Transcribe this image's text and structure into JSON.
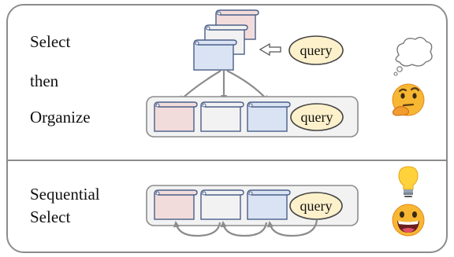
{
  "top_section": {
    "line1": "Select",
    "line2": "then",
    "line3": "Organize",
    "query_top": "query",
    "query_in_list": "query"
  },
  "bottom_section": {
    "line1": "Sequential",
    "line2": "Select",
    "query_in_list": "query"
  },
  "icons": {
    "thought": "thought-bubble-icon",
    "thinking": "thinking-face-icon",
    "bulb": "light-bulb-icon",
    "grin": "grinning-face-icon"
  },
  "colors": {
    "pink": "#f2dcdb",
    "white": "#f2f2f2",
    "blue": "#dae3f3",
    "query_fill": "#fdf1cb",
    "tray_fill": "#f2f2f2",
    "stroke": "#8c8c8c",
    "doc_stroke": "#4a5f8a"
  }
}
